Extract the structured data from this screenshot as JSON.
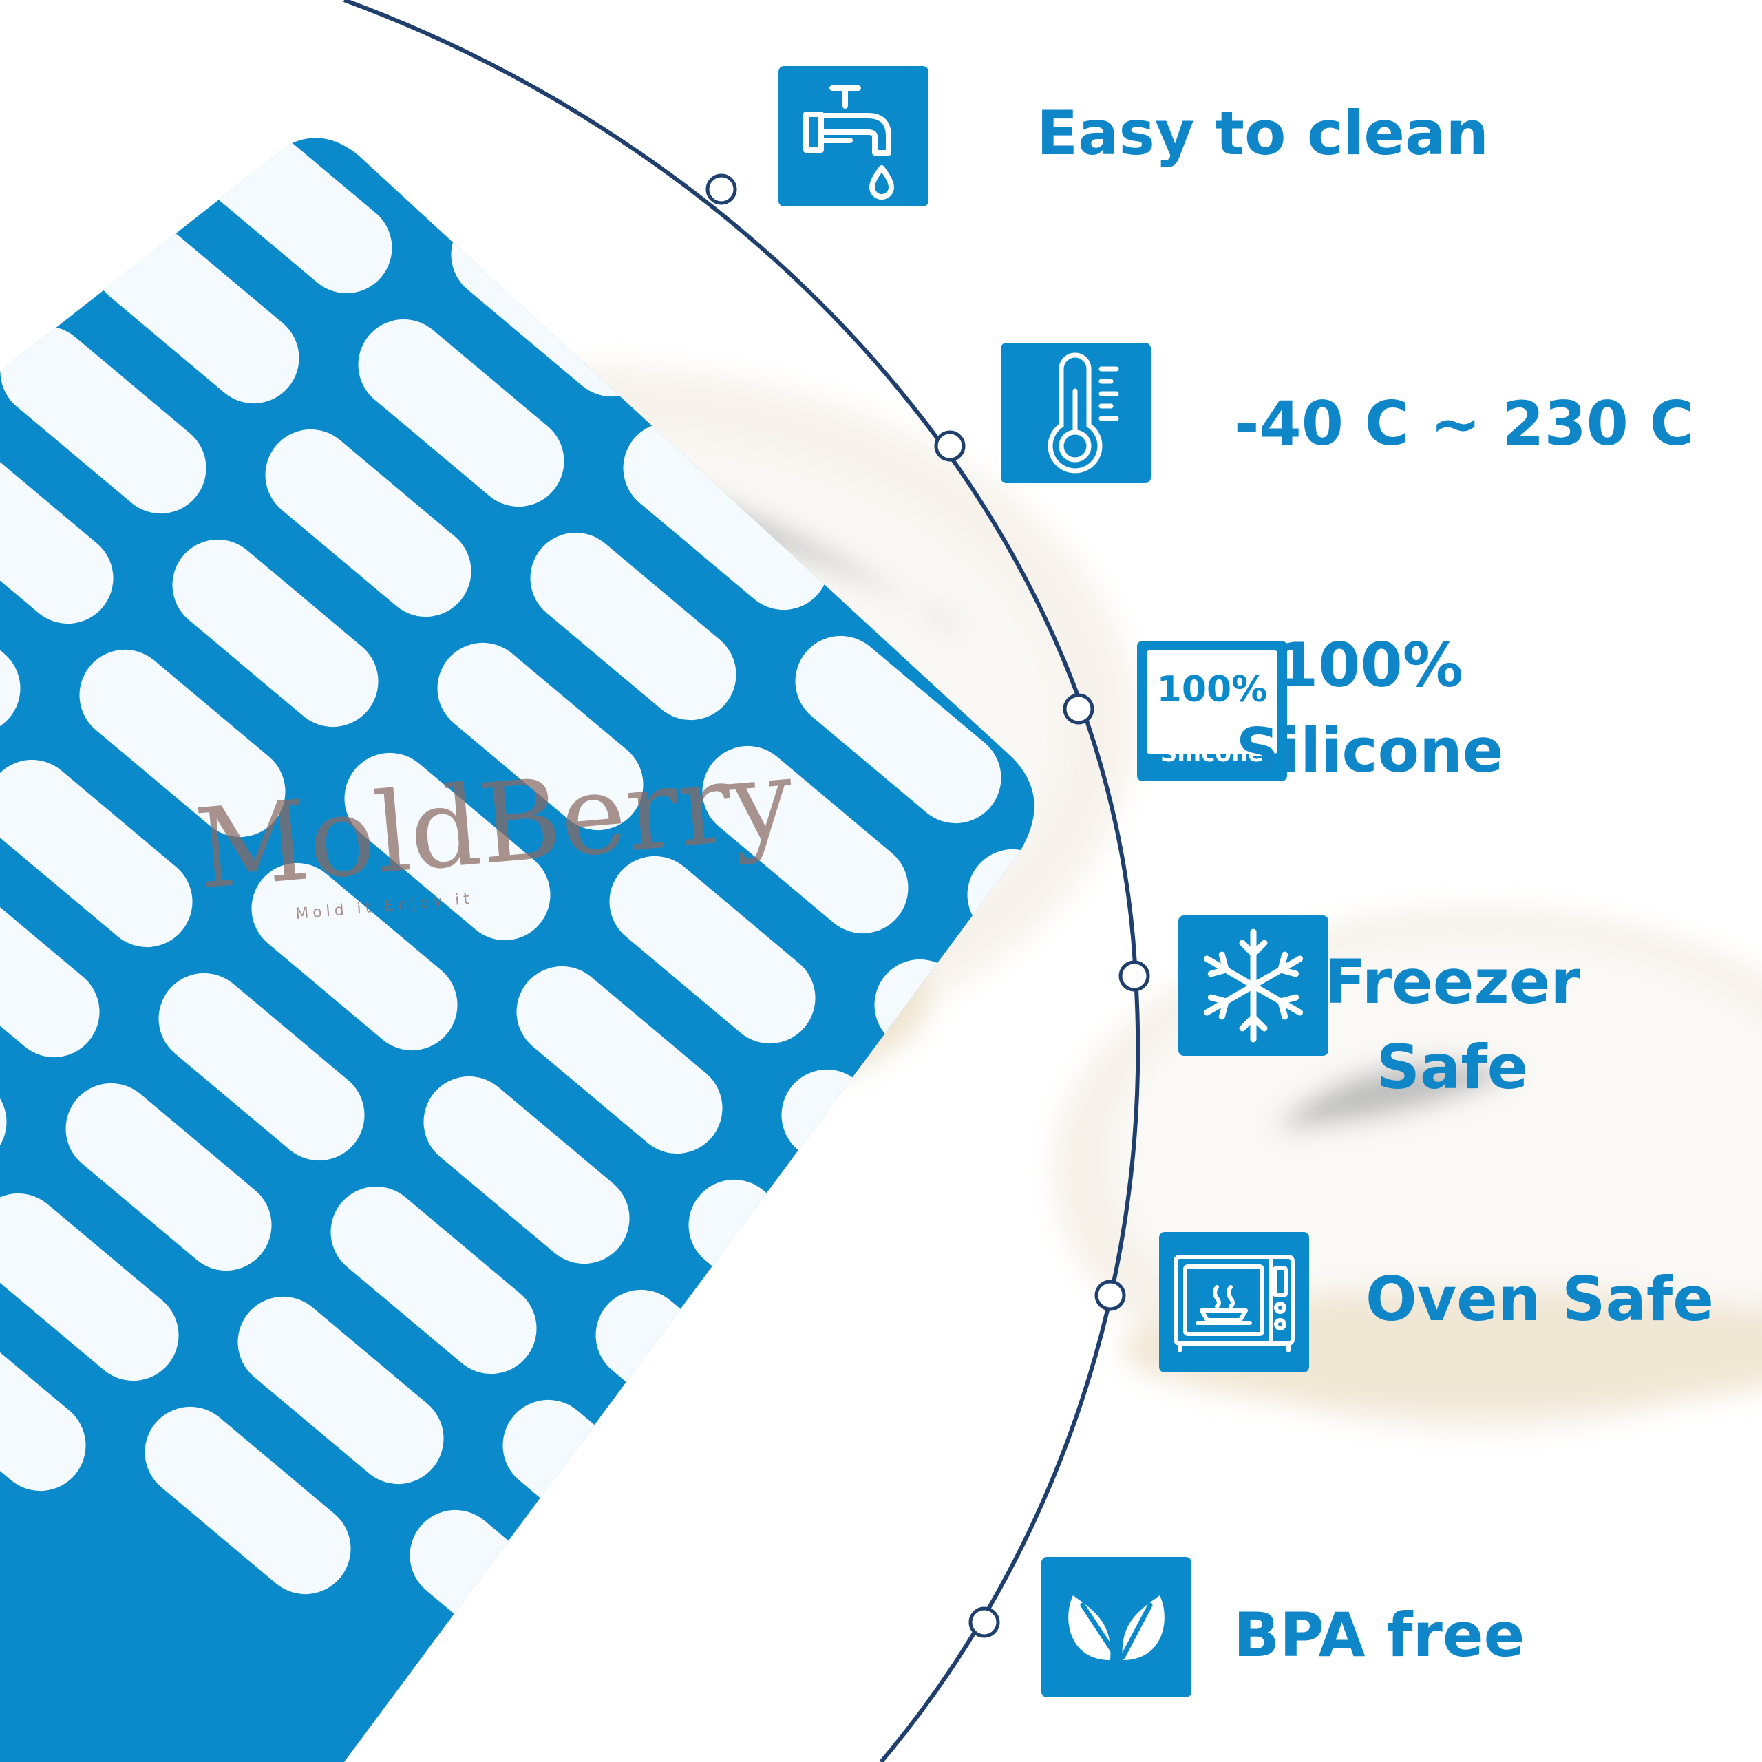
{
  "brand": {
    "logo_text": "MoldBerry",
    "tagline": "Mold it Enjoy it"
  },
  "features": [
    {
      "id": "easy-to-clean",
      "icon": "faucet-icon",
      "lines": [
        "Easy to clean"
      ]
    },
    {
      "id": "temperature",
      "icon": "thermometer-icon",
      "lines": [
        "-40 C ~ 230 C"
      ]
    },
    {
      "id": "silicone",
      "icon": "silicone-badge-icon",
      "icon_text": [
        "100%",
        "Silicone"
      ],
      "lines": [
        "100%",
        "Silicone"
      ]
    },
    {
      "id": "freezer-safe",
      "icon": "snowflake-icon",
      "lines": [
        "Freezer",
        "Safe"
      ]
    },
    {
      "id": "oven-safe",
      "icon": "microwave-oven-icon",
      "lines": [
        "Oven Safe"
      ]
    },
    {
      "id": "bpa-free",
      "icon": "leaf-icon",
      "lines": [
        "BPA free"
      ]
    }
  ],
  "colors": {
    "mat_blue": "#0b8acb",
    "icon_blue": "#0b8acb",
    "text_blue": "#0f86c8",
    "arc_navy": "#1f3f6e",
    "logo_brown": "#8a6a63"
  }
}
